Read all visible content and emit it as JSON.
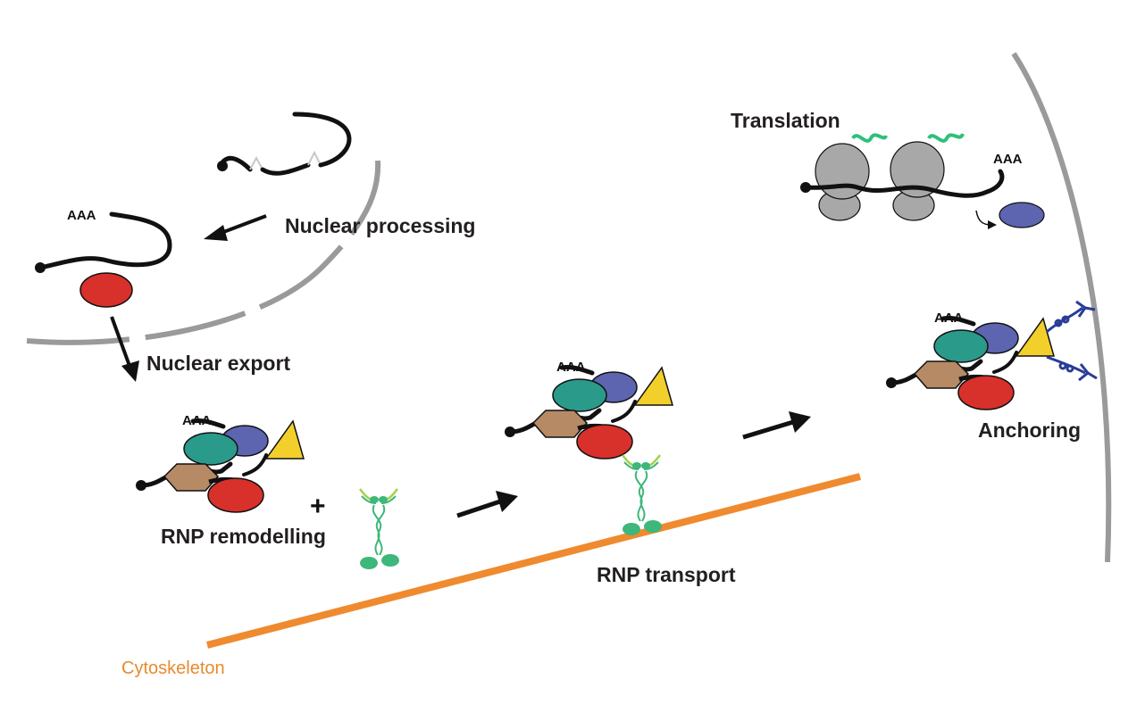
{
  "labels": {
    "nuclear_processing": "Nuclear processing",
    "nuclear_export": "Nuclear export",
    "rnp_remodelling": "RNP remodelling",
    "rnp_transport": "RNP transport",
    "translation": "Translation",
    "anchoring": "Anchoring",
    "cytoskeleton": "Cytoskeleton",
    "plus": "+",
    "poly_a": "AAA"
  },
  "colors": {
    "rna_strand": "#111111",
    "membrane": "#9a9a9a",
    "cytoskeleton": "#ef8a2f",
    "protein_red": "#d8302a",
    "protein_teal": "#2a9a8a",
    "protein_blue": "#5d64b0",
    "protein_hex": "#b58a65",
    "protein_triangle": "#f3cf2b",
    "motor_green": "#3db77a",
    "motor_lightgreen": "#a6d04a",
    "ribosome": "#a8a8a8",
    "peptide": "#2dc07a",
    "anchor_blue": "#283c97",
    "text": "#231f20",
    "cytoskeleton_text": "#e88a2c"
  }
}
